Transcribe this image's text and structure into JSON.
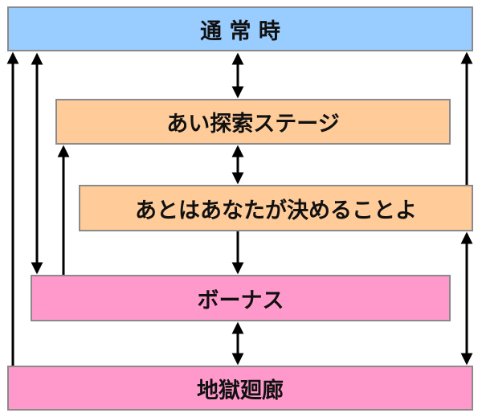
{
  "colors": {
    "normal": "#99ccff",
    "stage": "#ffcc99",
    "bonus": "#ff99cc",
    "border": "#8a8a8a",
    "arrow": "#000000"
  },
  "states": {
    "normal": "通 常 時",
    "ai_search": "あい探索ステージ",
    "up_to_you": "あとはあなたが決めることよ",
    "bonus": "ボーナス",
    "hell_corridor": "地獄廻廊"
  }
}
